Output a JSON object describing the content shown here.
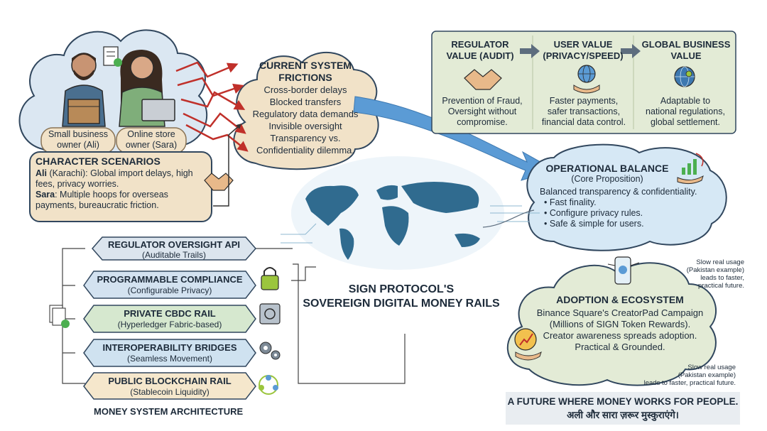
{
  "characters": {
    "labels": [
      "Small business owner (Ali)",
      "Online store owner (Sara)"
    ],
    "ali_label": [
      "Small business",
      "owner (Ali)"
    ],
    "sara_label": [
      "Online store",
      "owner (Sara)"
    ],
    "scenarios_title": "CHARACTER SCENARIOS",
    "ali_name": "Ali",
    "ali_text": " (Karachi): Global import delays, high fees, privacy worries.",
    "sara_name": "Sara",
    "sara_text": ": Multiple hoops for overseas payments, bureaucratic friction."
  },
  "frictions": {
    "title": [
      "CURRENT SYSTEM",
      "FRICTIONS"
    ],
    "items": [
      "Cross-border delays",
      "Blocked transfers",
      "Regulatory data demands",
      "Invisible oversight",
      "Transparency vs.",
      "Confidentiality dilemma."
    ]
  },
  "value_chain": {
    "columns": [
      {
        "title": [
          "REGULATOR",
          "VALUE (AUDIT)"
        ],
        "icon": "handshake-icon",
        "text": [
          "Prevention of Fraud,",
          "Oversight without",
          "compromise."
        ]
      },
      {
        "title": [
          "USER VALUE",
          "(PRIVACY/SPEED)"
        ],
        "icon": "globe-hand-icon",
        "text": [
          "Faster payments,",
          "safer transactions,",
          "financial data control."
        ]
      },
      {
        "title": [
          "GLOBAL BUSINESS",
          "VALUE"
        ],
        "icon": "globe-network-icon",
        "text": [
          "Adaptable to",
          "national regulations,",
          "global settlement."
        ]
      }
    ]
  },
  "balance": {
    "title": "OPERATIONAL BALANCE",
    "subtitle": "(Core Proposition)",
    "lead": "Balanced transparency & confidentiality.",
    "bullets": [
      "• Fast finality.",
      "• Configure privacy rules.",
      "• Safe & simple for users."
    ]
  },
  "center_title": [
    "SIGN PROTOCOL'S",
    "SOVEREIGN DIGITAL MONEY RAILS"
  ],
  "architecture": {
    "layers": [
      {
        "title": "REGULATOR OVERSIGHT API",
        "sub": "(Auditable Trails)",
        "fill": "#dce5ee"
      },
      {
        "title": "PROGRAMMABLE COMPLIANCE",
        "sub": "(Configurable Privacy)",
        "fill": "#d3e2f0"
      },
      {
        "title": "PRIVATE CBDC RAIL",
        "sub": "(Hyperledger Fabric-based)",
        "fill": "#d6e8cf"
      },
      {
        "title": "INTEROPERABILITY BRIDGES",
        "sub": "(Seamless Movement)",
        "fill": "#cfe2f0"
      },
      {
        "title": "PUBLIC BLOCKCHAIN RAIL",
        "sub": "(Stablecoin Liquidity)",
        "fill": "#f5e7cc"
      }
    ],
    "caption": "MONEY SYSTEM ARCHITECTURE"
  },
  "adoption": {
    "note_top": [
      "Slow real usage",
      "(Pakistan example)",
      "leads to faster,",
      "practical future."
    ],
    "title": "ADOPTION & ECOSYSTEM",
    "lines": [
      "Binance Square's CreatorPad Campaign",
      "(Millions of SIGN Token Rewards).",
      "Creator awareness spreads adoption.",
      "Practical & Grounded."
    ],
    "note_bottom": [
      "Slow real usage",
      "(Pakistan example)",
      "leads to faster, practical future."
    ]
  },
  "footer": {
    "line1": "A FUTURE WHERE MONEY WORKS FOR PEOPLE.",
    "line2": "अली और सारा ज़रूर मुस्कुराएंगे।"
  },
  "colors": {
    "navy": "#1d2b3a",
    "red_arrow": "#c0302a",
    "blue_arrow": "#5b9bd5",
    "tan": "#f1e2c8",
    "sky": "#d6e8f5",
    "sage": "#e3ebd6"
  }
}
